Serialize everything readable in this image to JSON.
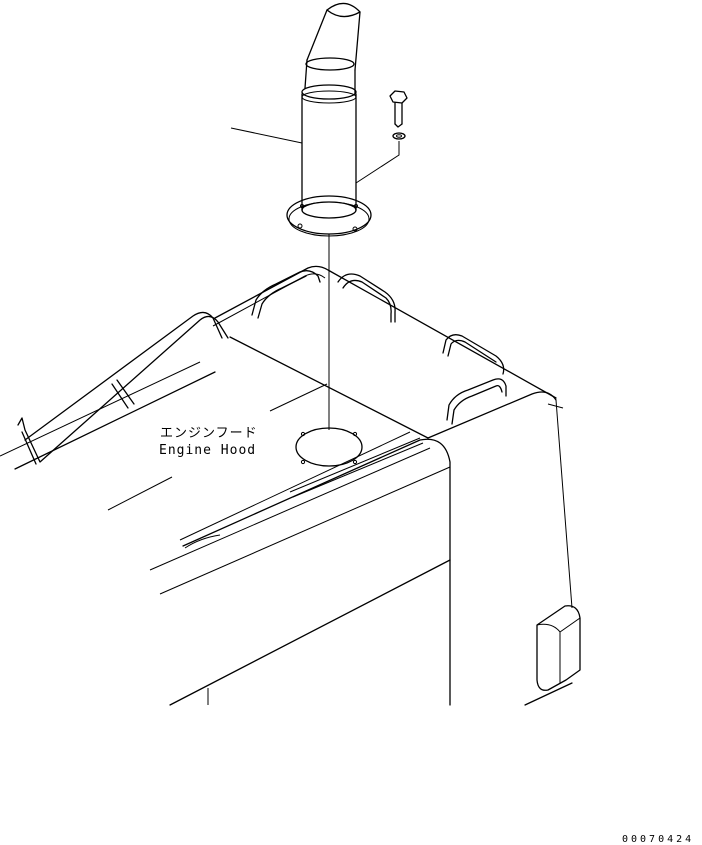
{
  "labels": {
    "part_jp": "エンジンフード",
    "part_en": "Engine Hood",
    "drawing_number": "00070424"
  }
}
